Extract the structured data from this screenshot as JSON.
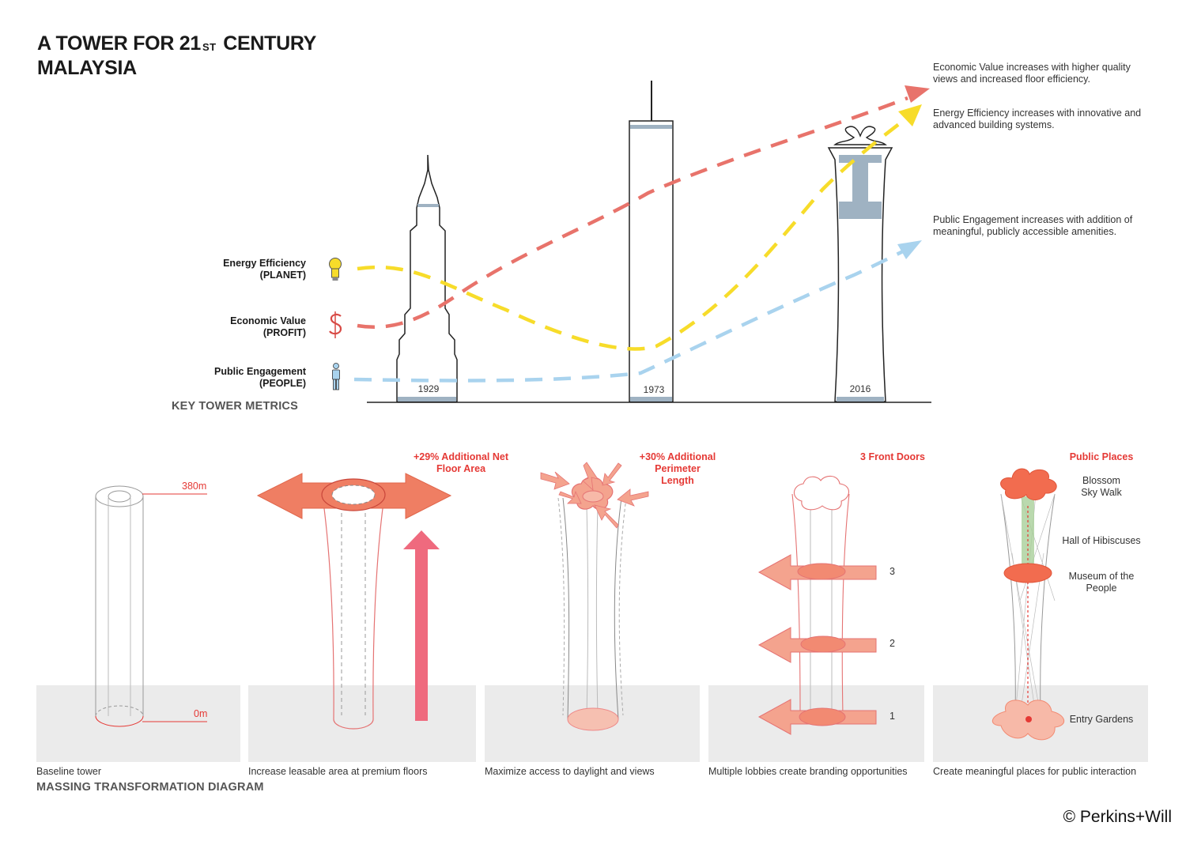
{
  "title": {
    "line1_pre": "A TOWER FOR 21",
    "line1_sup": "ST",
    "line1_post": " CENTURY",
    "line2": "MALAYSIA"
  },
  "notes": {
    "economic": "Economic Value increases with higher quality views and increased floor efficiency.",
    "energy": "Energy Efficiency increases with innovative and advanced building systems.",
    "public": "Public Engagement increases with addition of meaningful, publicly accessible amenities."
  },
  "metrics": [
    {
      "name": "Energy Efficiency",
      "sub": "(PLANET)",
      "icon": "lightbulb-icon",
      "color": "#f7dc2a"
    },
    {
      "name": "Economic Value",
      "sub": "(PROFIT)",
      "icon": "dollar-icon",
      "color": "#e8736b"
    },
    {
      "name": "Public Engagement",
      "sub": "(PEOPLE)",
      "icon": "person-icon",
      "color": "#a9d3ee"
    }
  ],
  "towers": [
    {
      "year": "1929"
    },
    {
      "year": "1973"
    },
    {
      "year": "2016"
    }
  ],
  "key_metrics_label": "KEY TOWER METRICS",
  "massing": {
    "section_label": "MASSING TRANSFORMATION DIAGRAM",
    "heights": {
      "top": "380m",
      "base": "0m"
    },
    "panels": [
      {
        "caption": "Baseline tower",
        "heading": ""
      },
      {
        "caption": "Increase leasable area at premium floors",
        "heading": "+29% Additional Net Floor Area"
      },
      {
        "caption": "Maximize access to daylight and views",
        "heading": "+30% Additional Perimeter Length"
      },
      {
        "caption": "Multiple lobbies create branding opportunities",
        "heading": "3 Front Doors"
      },
      {
        "caption": "Create meaningful places for public interaction",
        "heading": "Public Places"
      }
    ],
    "floors": [
      "3",
      "2",
      "1"
    ],
    "places": [
      "Blossom Sky Walk",
      "Hall of Hibiscuses",
      "Museum of the People",
      "Entry Gardens"
    ]
  },
  "colors": {
    "accent_red": "#e53935",
    "arrow_salmon": "#ef8a74",
    "energy": "#f7dc2a",
    "economic": "#e8736b",
    "public": "#a9d3ee",
    "band": "#9fb2c2"
  },
  "copyright": "© Perkins+Will"
}
